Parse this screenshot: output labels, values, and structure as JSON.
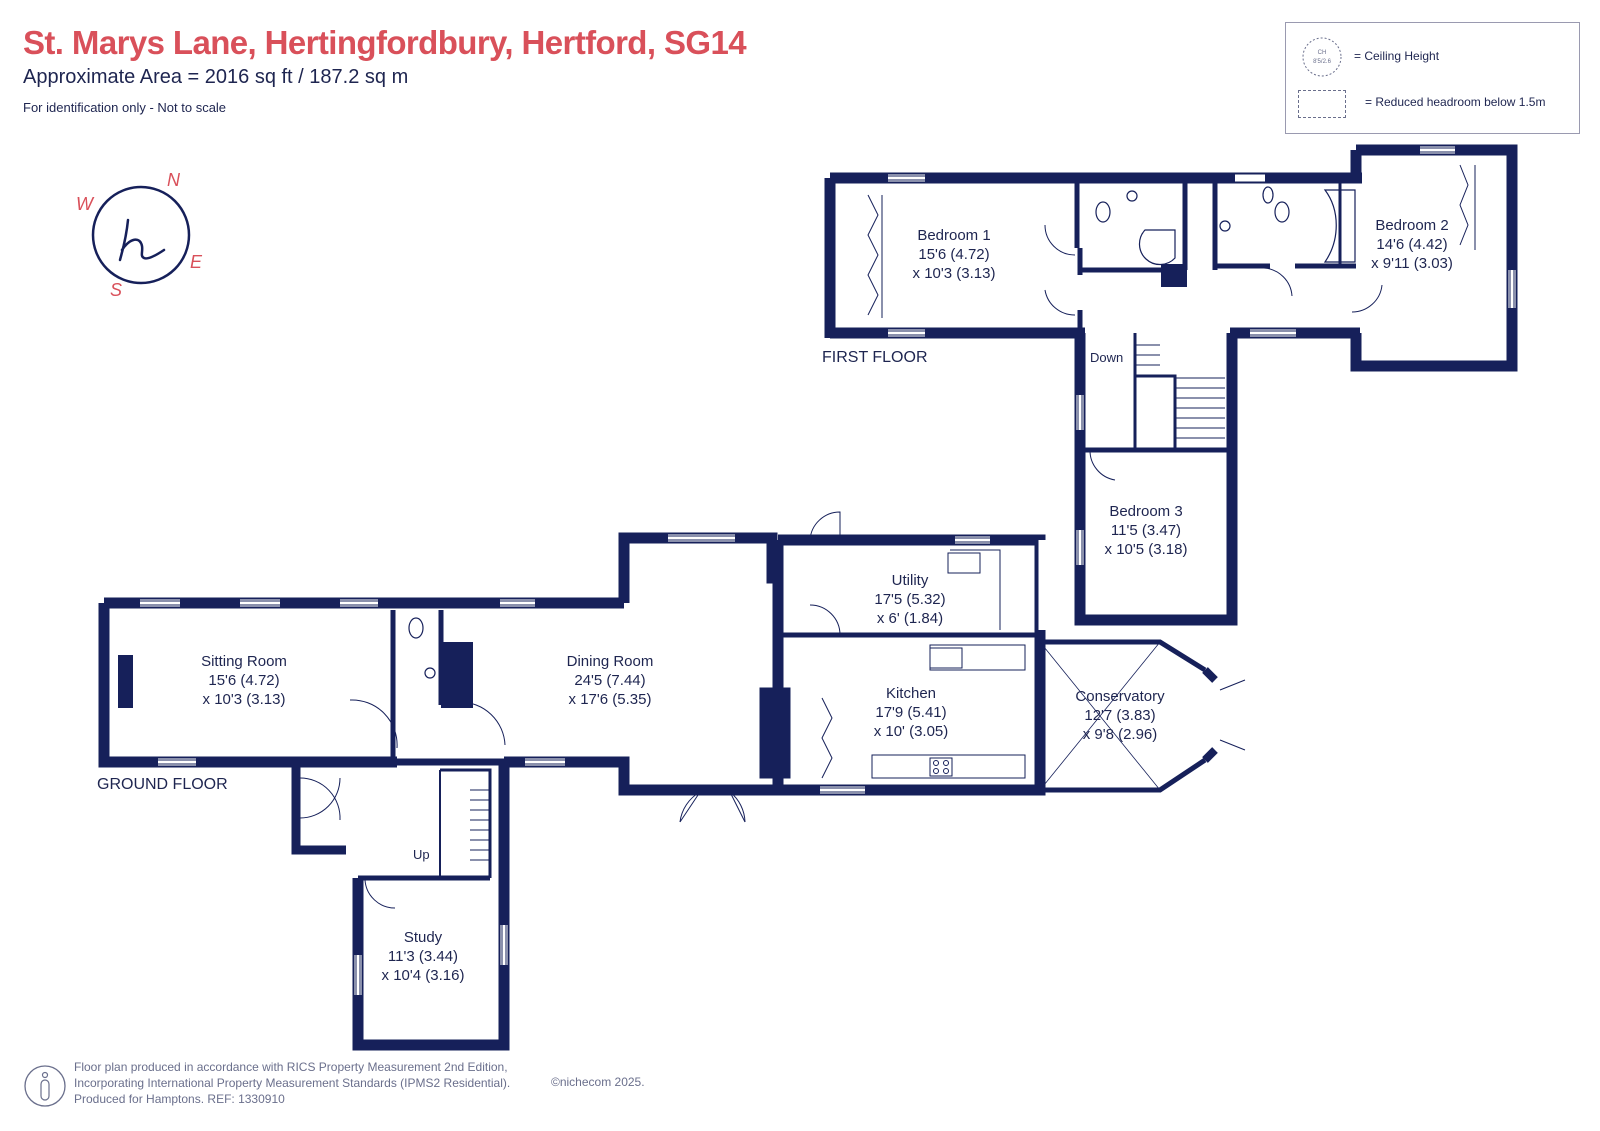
{
  "header": {
    "title": "St. Marys Lane, Hertingfordbury, Hertford, SG14",
    "area": "Approximate Area = 2016 sq ft / 187.2 sq m",
    "note": "For identification only - Not to scale"
  },
  "legend": {
    "ceiling_badge_top": "CH",
    "ceiling_badge_bottom": "8'5/2.6",
    "ceiling_label": "= Ceiling Height",
    "reduced_label": "= Reduced headroom below 1.5m"
  },
  "compass": {
    "n": "N",
    "e": "E",
    "s": "S",
    "w": "W",
    "logo": "h"
  },
  "floors": {
    "first": "FIRST FLOOR",
    "ground": "GROUND FLOOR"
  },
  "rooms": [
    {
      "name": "Bedroom 1",
      "l1": "15'6 (4.72)",
      "l2": "x 10'3 (3.13)"
    },
    {
      "name": "Bedroom 2",
      "l1": "14'6 (4.42)",
      "l2": "x 9'11 (3.03)"
    },
    {
      "name": "Bedroom 3",
      "l1": "11'5 (3.47)",
      "l2": "x 10'5 (3.18)"
    },
    {
      "name": "Utility",
      "l1": "17'5 (5.32)",
      "l2": "x 6' (1.84)"
    },
    {
      "name": "Sitting Room",
      "l1": "15'6 (4.72)",
      "l2": "x 10'3 (3.13)"
    },
    {
      "name": "Dining Room",
      "l1": "24'5 (7.44)",
      "l2": "x 17'6 (5.35)"
    },
    {
      "name": "Kitchen",
      "l1": "17'9 (5.41)",
      "l2": "x 10' (3.05)"
    },
    {
      "name": "Conservatory",
      "l1": "12'7 (3.83)",
      "l2": "x 9'8 (2.96)"
    },
    {
      "name": "Study",
      "l1": "11'3 (3.44)",
      "l2": "x 10'4 (3.16)"
    }
  ],
  "stairs": {
    "down": "Down",
    "up": "Up"
  },
  "footer": {
    "line1": "Floor plan produced in accordance with RICS Property Measurement 2nd Edition,",
    "line2": "Incorporating International Property Measurement Standards (IPMS2 Residential).",
    "line3": "Produced for Hamptons.   REF:  1330910",
    "copyright": "©nichecom 2025."
  },
  "colors": {
    "wall": "#16205a",
    "title": "#d9505a",
    "compass": "#d9505a"
  }
}
